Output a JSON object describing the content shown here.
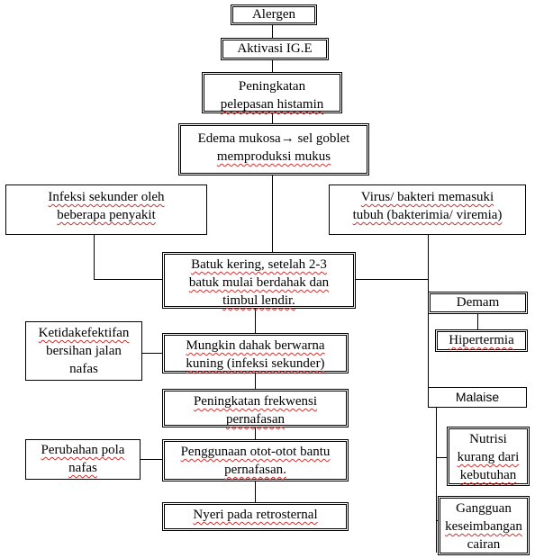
{
  "nodes": {
    "alergen": "Alergen",
    "aktivasi_ige": "Aktivasi IG.E",
    "peningkatan_histamin": [
      "Peningkatan",
      "pelepasan histamin"
    ],
    "edema_mukosa": [
      "Edema mukosa→ sel goblet",
      "memproduksi mukus"
    ],
    "infeksi_sekunder": [
      "Infeksi sekunder oleh",
      "beberapa penyakit"
    ],
    "virus_bakteri": [
      "Virus/ bakteri memasuki",
      "tubuh (bakterimia/ viremia)"
    ],
    "batuk": [
      "Batuk kering, setelah 2-3",
      "batuk mulai berdahak dan",
      "timbul lendir."
    ],
    "ketidakefektifan": [
      "Ketidakefektifan",
      "bersihan jalan",
      "nafas"
    ],
    "dahak": [
      "Mungkin dahak berwarna",
      "kuning (infeksi sekunder)"
    ],
    "frekwensi": [
      "Peningkatan frekwensi",
      "pernafasan"
    ],
    "pola_nafas": [
      "Perubahan pola",
      "nafas"
    ],
    "otot_bantu": [
      "Penggunaan otot-otot bantu",
      "pernafasan."
    ],
    "nyeri": "Nyeri pada retrosternal",
    "demam": "Demam",
    "hipertermia": "Hipertermia",
    "malaise": "Malaise",
    "nutrisi": [
      "Nutrisi",
      "kurang dari",
      "kebutuhan"
    ],
    "gangguan": [
      "Gangguan",
      "keseimbangan",
      "cairan"
    ]
  }
}
